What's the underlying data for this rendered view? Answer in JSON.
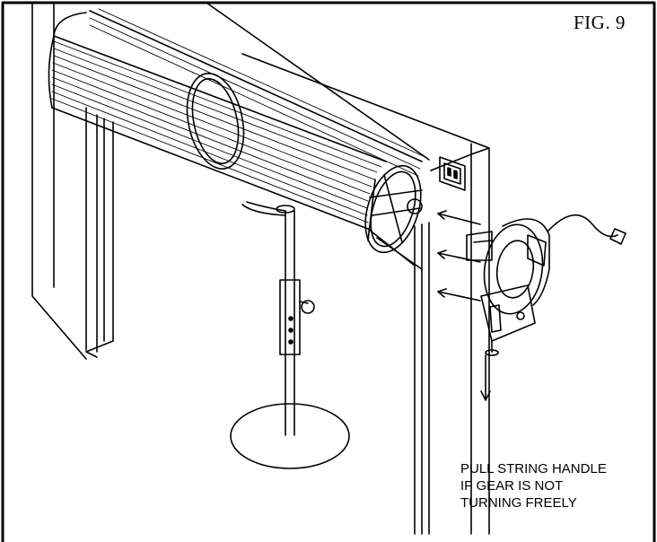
{
  "figure": {
    "label": "FIG. 9"
  },
  "note": {
    "lines": [
      "PULL STRING HANDLE",
      "IF GEAR IS NOT",
      "TURNING FREELY"
    ]
  },
  "colors": {
    "ink": "#000000",
    "background": "#ffffff"
  }
}
